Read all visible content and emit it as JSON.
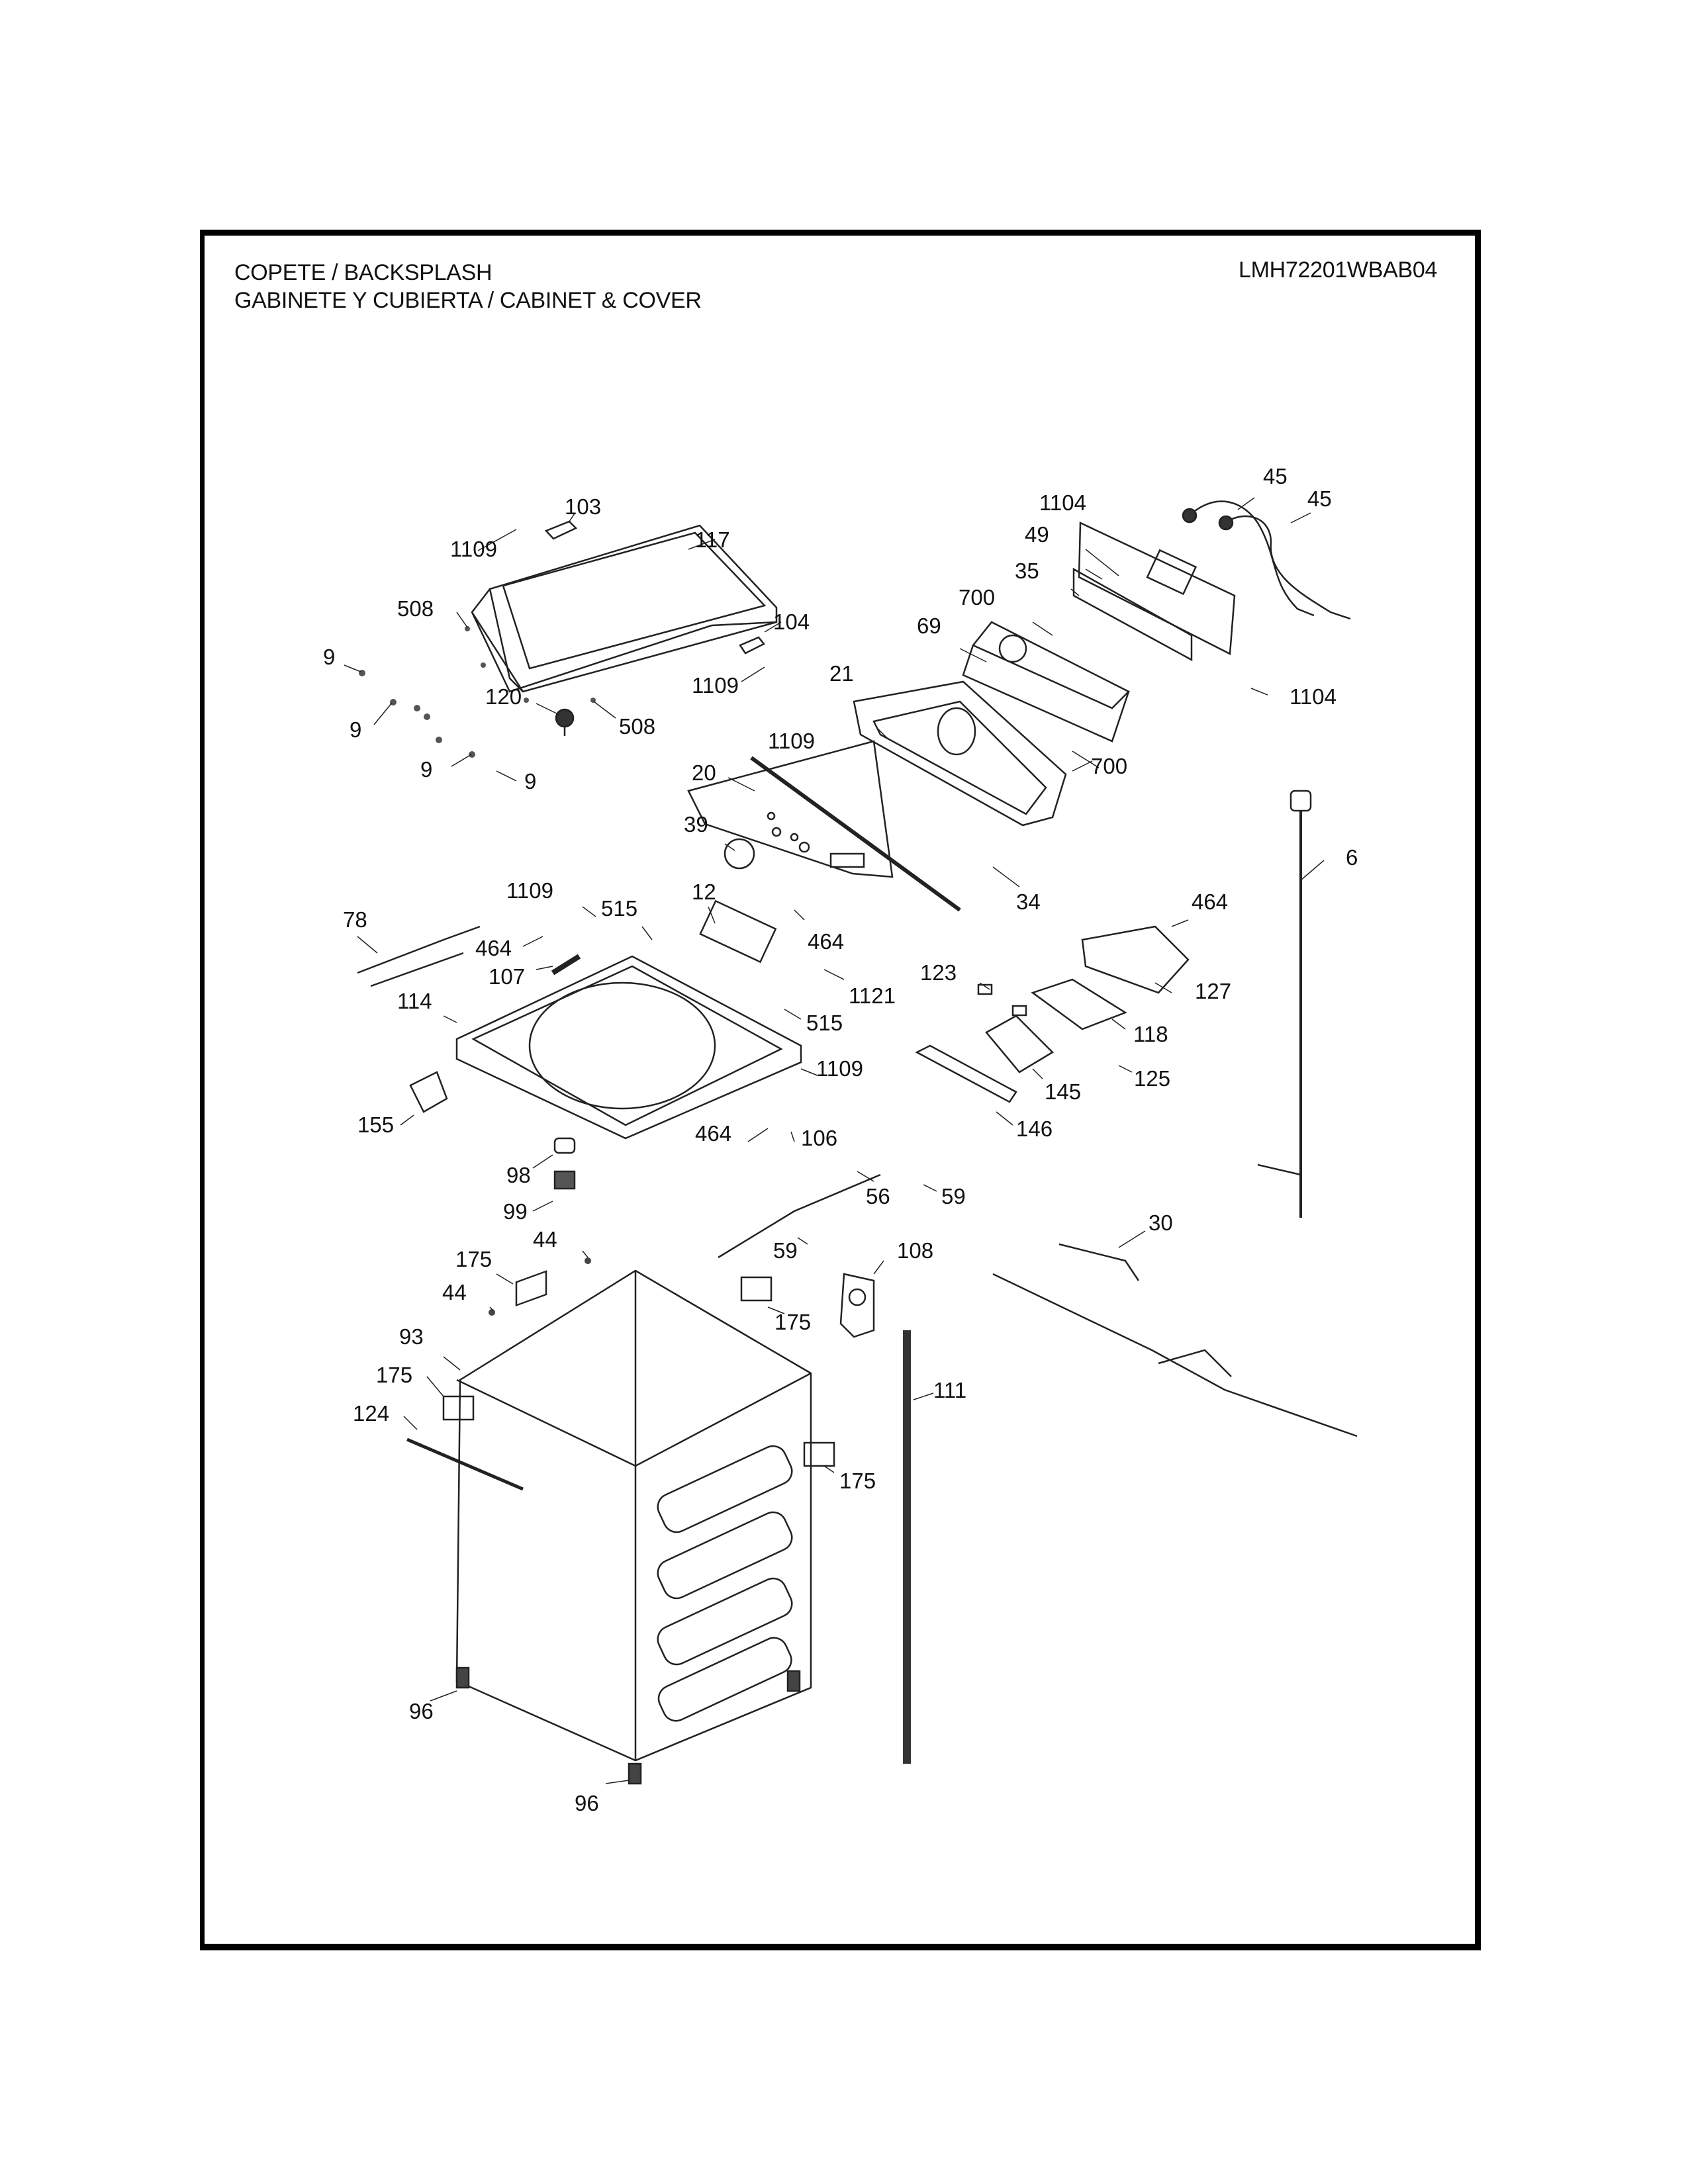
{
  "header": {
    "title_line1": "COPETE / BACKSPLASH",
    "title_line2": "GABINETE Y CUBIERTA / CABINET & COVER",
    "model": "LMH72201WBAB04"
  },
  "callouts": [
    {
      "id": "c1",
      "text": "103"
    },
    {
      "id": "c2",
      "text": "1109"
    },
    {
      "id": "c3",
      "text": "117"
    },
    {
      "id": "c4",
      "text": "508"
    },
    {
      "id": "c5",
      "text": "104"
    },
    {
      "id": "c6",
      "text": "9"
    },
    {
      "id": "c7",
      "text": "1109"
    },
    {
      "id": "c8",
      "text": "120"
    },
    {
      "id": "c9",
      "text": "508"
    },
    {
      "id": "c10",
      "text": "9"
    },
    {
      "id": "c11",
      "text": "9"
    },
    {
      "id": "c12",
      "text": "9"
    },
    {
      "id": "c13",
      "text": "45"
    },
    {
      "id": "c14",
      "text": "45"
    },
    {
      "id": "c15",
      "text": "1104"
    },
    {
      "id": "c16",
      "text": "49"
    },
    {
      "id": "c17",
      "text": "35"
    },
    {
      "id": "c18",
      "text": "700"
    },
    {
      "id": "c19",
      "text": "69"
    },
    {
      "id": "c20",
      "text": "1104"
    },
    {
      "id": "c21",
      "text": "21"
    },
    {
      "id": "c22",
      "text": "1109"
    },
    {
      "id": "c23",
      "text": "700"
    },
    {
      "id": "c24",
      "text": "20"
    },
    {
      "id": "c25",
      "text": "39"
    },
    {
      "id": "c26",
      "text": "34"
    },
    {
      "id": "c27",
      "text": "6"
    },
    {
      "id": "c28",
      "text": "1109"
    },
    {
      "id": "c29",
      "text": "12"
    },
    {
      "id": "c30",
      "text": "78"
    },
    {
      "id": "c31",
      "text": "515"
    },
    {
      "id": "c32",
      "text": "464"
    },
    {
      "id": "c33",
      "text": "464"
    },
    {
      "id": "c34",
      "text": "107"
    },
    {
      "id": "c35",
      "text": "1121"
    },
    {
      "id": "c36",
      "text": "114"
    },
    {
      "id": "c37",
      "text": "515"
    },
    {
      "id": "c38",
      "text": "464"
    },
    {
      "id": "c39",
      "text": "123"
    },
    {
      "id": "c40",
      "text": "127"
    },
    {
      "id": "c41",
      "text": "118"
    },
    {
      "id": "c42",
      "text": "1109"
    },
    {
      "id": "c43",
      "text": "125"
    },
    {
      "id": "c44",
      "text": "145"
    },
    {
      "id": "c45",
      "text": "155"
    },
    {
      "id": "c46",
      "text": "464"
    },
    {
      "id": "c47",
      "text": "106"
    },
    {
      "id": "c48",
      "text": "146"
    },
    {
      "id": "c49",
      "text": "98"
    },
    {
      "id": "c50",
      "text": "56"
    },
    {
      "id": "c51",
      "text": "59"
    },
    {
      "id": "c52",
      "text": "99"
    },
    {
      "id": "c53",
      "text": "30"
    },
    {
      "id": "c54",
      "text": "44"
    },
    {
      "id": "c55",
      "text": "59"
    },
    {
      "id": "c56",
      "text": "108"
    },
    {
      "id": "c57",
      "text": "175"
    },
    {
      "id": "c58",
      "text": "44"
    },
    {
      "id": "c59",
      "text": "175"
    },
    {
      "id": "c60",
      "text": "93"
    },
    {
      "id": "c61",
      "text": "175"
    },
    {
      "id": "c62",
      "text": "111"
    },
    {
      "id": "c63",
      "text": "124"
    },
    {
      "id": "c64",
      "text": "175"
    },
    {
      "id": "c65",
      "text": "96"
    },
    {
      "id": "c66",
      "text": "96"
    }
  ]
}
